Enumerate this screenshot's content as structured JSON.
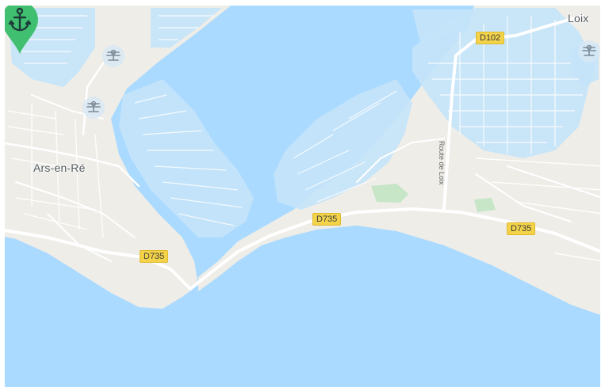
{
  "map": {
    "places": {
      "ars": "Ars-en-Ré",
      "loix": "Loix"
    },
    "road_shields": {
      "d102": "D102",
      "d735_center": "D735",
      "d735_right": "D735",
      "d735_left": "D735"
    },
    "road_names": {
      "loix_road": "Route de Loix"
    },
    "marker": {
      "icon": "anchor-icon",
      "color": "#3fbf6f"
    },
    "poi_icon": "boat-icon",
    "colors": {
      "water": "#aadaff",
      "land": "#eeede8",
      "marsh": "#c4e3f9",
      "road": "#ffffff",
      "park": "#c6e6c7",
      "shield": "#f3d34a"
    }
  }
}
